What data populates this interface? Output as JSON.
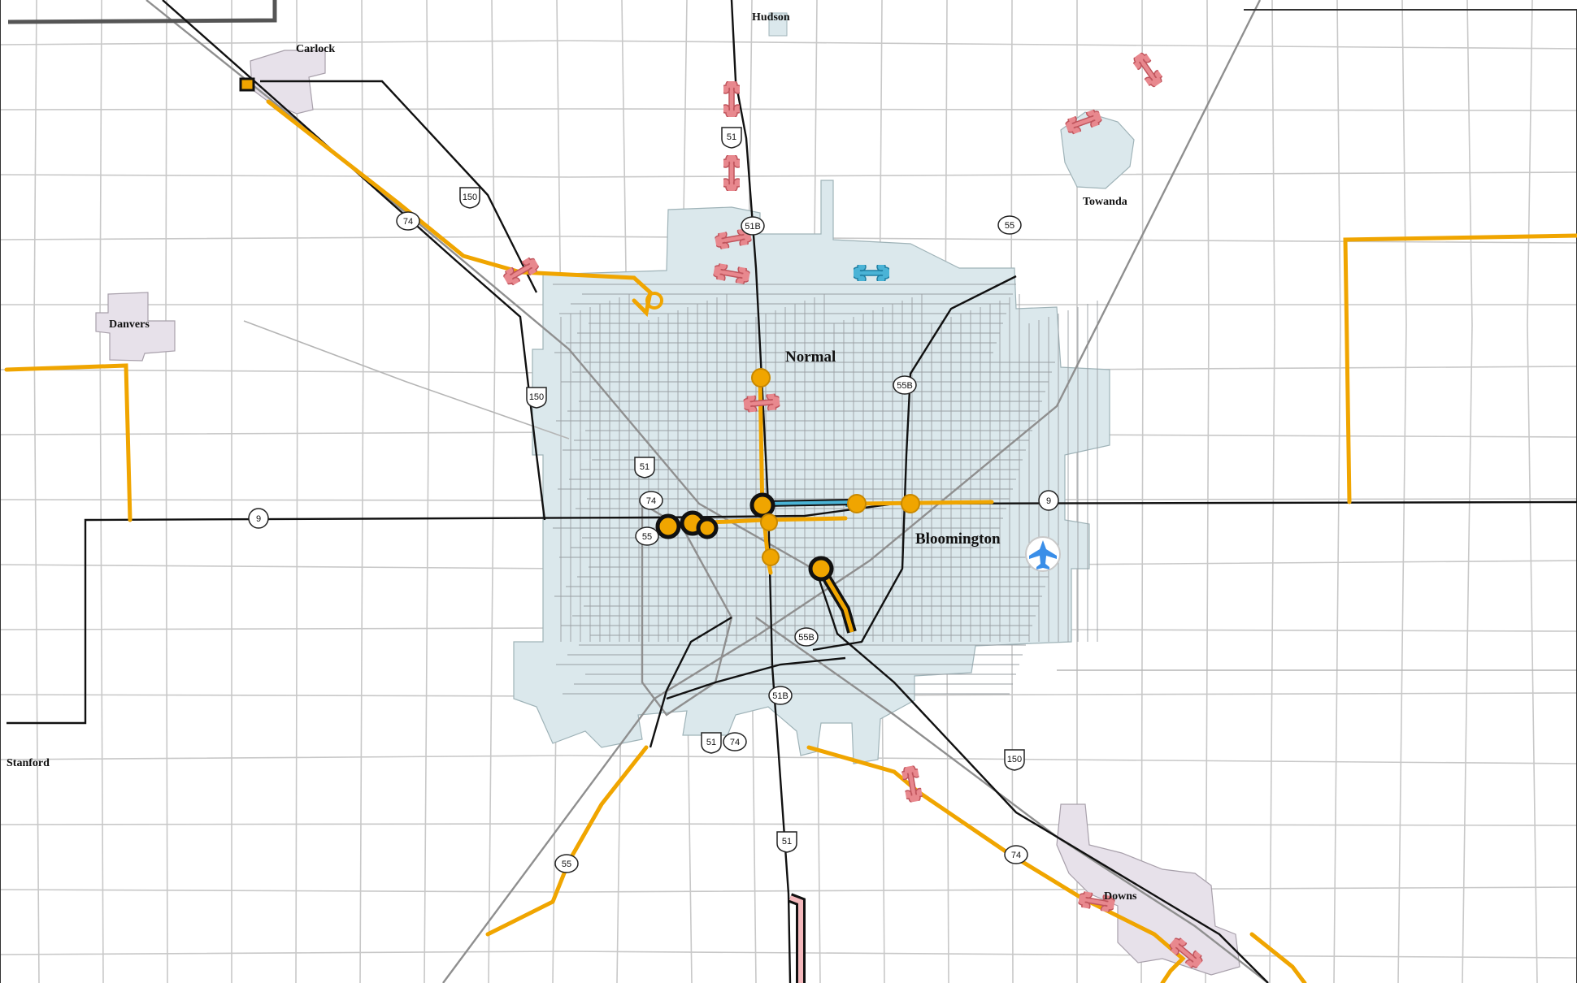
{
  "colors": {
    "urban_fill": "#dbe8ec",
    "small_town_fill": "#e7e1ea",
    "grid_road": "#c8c8c8",
    "highway": "#111111",
    "interstate": "#9a9a9a",
    "project": "#f0a500",
    "bone_red": "#e8888e",
    "bone_blue": "#4ab3d6",
    "airport": "#3a8ee8"
  },
  "places": {
    "hudson": "Hudson",
    "carlock": "Carlock",
    "towanda": "Towanda",
    "danvers": "Danvers",
    "normal": "Normal",
    "bloomington": "Bloomington",
    "stanford": "Stanford",
    "downs": "Downs"
  },
  "shields": {
    "us51_north": "51",
    "us51b_north": "51B",
    "us150_nw": "150",
    "il74_nw": "74",
    "i55_ne": "55",
    "us150_w": "150",
    "us51_w": "51",
    "il74_w": "74",
    "i55_w": "55",
    "il9_w": "9",
    "il9_e": "9",
    "i55b": "55B",
    "i55b_s": "55B",
    "us51b_s": "51B",
    "us51_s": "51",
    "il74_s": "74",
    "us150_se": "150",
    "i74_se": "74",
    "i55_sw": "55",
    "us51_far_s": "51"
  },
  "icons": {
    "airport": "airplane-icon",
    "bone": "bone-icon",
    "site_marker": "circle-marker-icon"
  }
}
